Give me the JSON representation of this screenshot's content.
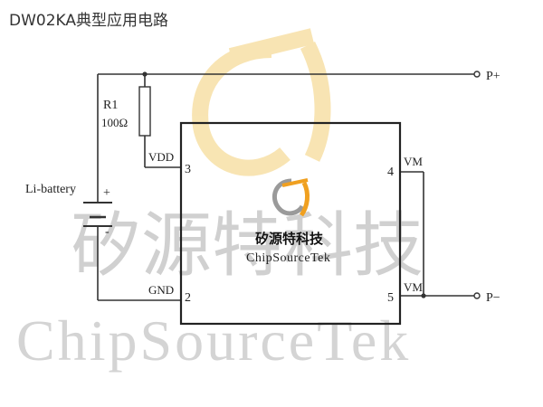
{
  "title": "DW02KA典型应用电路",
  "resistor": {
    "ref": "R1",
    "value": "100Ω"
  },
  "battery": {
    "label": "Li-battery",
    "plus": "+",
    "minus": "-"
  },
  "terminals": {
    "positive": "P+",
    "negative": "P−"
  },
  "pins": {
    "vdd": {
      "name": "VDD",
      "number": "3"
    },
    "gnd": {
      "name": "GND",
      "number": "2"
    },
    "vm_top": {
      "name": "VM",
      "number": "4"
    },
    "vm_bottom": {
      "name": "VM",
      "number": "5"
    }
  },
  "chip": {
    "brand_cn": "矽源特科技",
    "brand_en": "ChipSourceTek"
  },
  "watermark": {
    "cn": "矽源特科技",
    "en": "ChipSourceTek"
  },
  "colors": {
    "wire": "#333333",
    "watermark_logo": "#f6dc9a",
    "logo_orange": "#f0a020",
    "logo_gray": "#9a9a9a"
  }
}
